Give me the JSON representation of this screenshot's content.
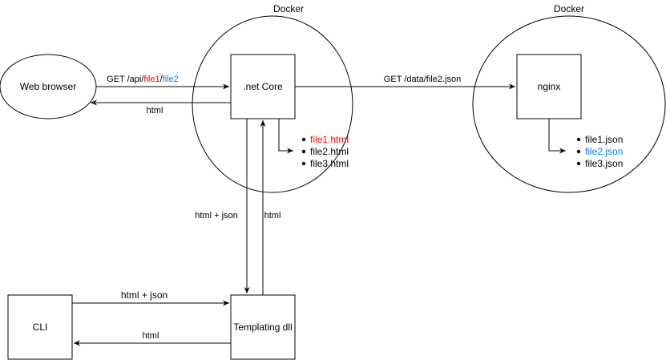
{
  "containers": {
    "docker_left_label": "Docker",
    "docker_right_label": "Docker"
  },
  "nodes": {
    "web_browser": "Web browser",
    "net_core": ".net Core",
    "nginx": "nginx",
    "cli": "CLI",
    "templating": "Templating dll"
  },
  "edges": {
    "browser_to_core": {
      "parts": [
        {
          "text": "GET /api/",
          "color": "#000000"
        },
        {
          "text": "file1",
          "color": "#ff0000"
        },
        {
          "text": "/",
          "color": "#000000"
        },
        {
          "text": "file2",
          "color": "#007fff"
        }
      ]
    },
    "core_to_browser": "html",
    "core_to_nginx": "GET /data/file2.json",
    "core_to_templating": "html + json",
    "templating_to_core": "html",
    "cli_to_templating": "html + json",
    "templating_to_cli": "html"
  },
  "lists": {
    "html_files": [
      {
        "text": "file1.html",
        "color": "#ff0000"
      },
      {
        "text": "file2.html",
        "color": "#000000"
      },
      {
        "text": "file3.html",
        "color": "#000000"
      }
    ],
    "json_files": [
      {
        "text": "file1.json",
        "color": "#000000"
      },
      {
        "text": "file2.json",
        "color": "#007fff"
      },
      {
        "text": "file3.json",
        "color": "#000000"
      }
    ]
  }
}
